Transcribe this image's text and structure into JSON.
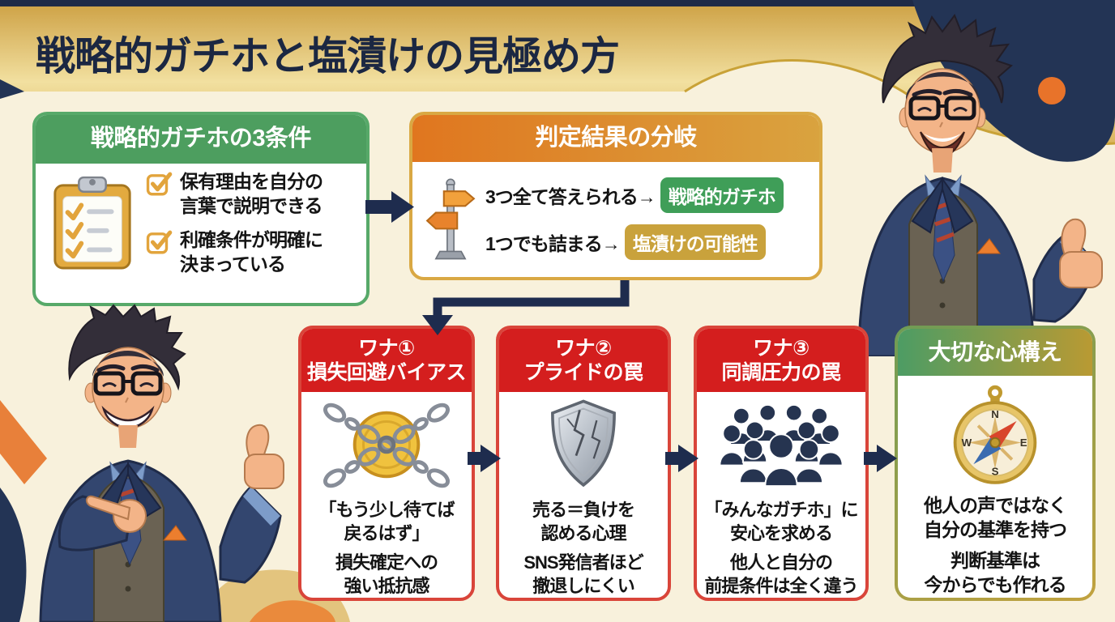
{
  "title": "戦略的ガチホと塩漬けの見極め方",
  "conditions_box": {
    "header": "戦略的ガチホの3条件",
    "icon": "clipboard-checklist-icon",
    "items": [
      {
        "icon": "checkbox-check-icon",
        "text": "保有理由を自分の\n言葉で説明できる"
      },
      {
        "icon": "checkbox-check-icon",
        "text": "利確条件が明確に\n決まっている"
      }
    ]
  },
  "branch_box": {
    "header": "判定結果の分岐",
    "icon": "signpost-icon",
    "rows": [
      {
        "label": "3つ全て答えられる→",
        "result": "戦略的ガチホ",
        "result_bg": "#3f9e58"
      },
      {
        "label": "1つでも詰まる→",
        "result": "塩漬けの可能性",
        "result_bg": "#c9a23c"
      }
    ]
  },
  "trap_boxes": [
    {
      "header": "ワナ①\n損失回避バイアス",
      "icon": "chained-coin-icon",
      "text1": "「もう少し待てば\n戻るはず」",
      "text2": "損失確定への\n強い抵抗感"
    },
    {
      "header": "ワナ②\nプライドの罠",
      "icon": "cracked-shield-icon",
      "text1": "売る＝負けを\n認める心理",
      "text2": "SNS発信者ほど\n撤退しにくい"
    },
    {
      "header": "ワナ③\n同調圧力の罠",
      "icon": "crowd-icon",
      "text1": "「みんなガチホ」に\n安心を求める",
      "text2": "他人と自分の\n前提条件は全く違う"
    }
  ],
  "mindset_box": {
    "header": "大切な心構え",
    "icon": "compass-icon",
    "compass": {
      "n": "N",
      "e": "E",
      "s": "S",
      "w": "W"
    },
    "text1": "他人の声ではなく\n自分の基準を持つ",
    "text2": "判断基準は\n今からでも作れる"
  },
  "characters": [
    {
      "name": "businessman-thumbs-up",
      "position": "top-right"
    },
    {
      "name": "businessman-pointing",
      "position": "bottom-left"
    }
  ],
  "colors": {
    "background": "#f8f1dc",
    "banner_gold_dark": "#cfa449",
    "banner_gold_light": "#f2e0a0",
    "title_navy": "#1b2742",
    "navy_accent": "#233455",
    "orange_accent": "#e8732a",
    "green_header": "#4d9e5f",
    "green_border": "#57a969",
    "orange_header_left": "#e0761f",
    "orange_header_right": "#d9a33f",
    "gold_border": "#d9a843",
    "red_header": "#d41e1e",
    "red_border": "#d9453a",
    "olive_border": "#9c9a4a",
    "pill_green": "#3f9e58",
    "pill_gold": "#c9a23c",
    "arrow_navy": "#1e2c4e"
  }
}
